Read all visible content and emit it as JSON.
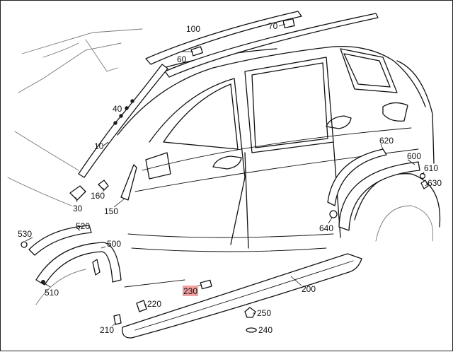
{
  "labels": {
    "p10": "10",
    "p30": "30",
    "p40": "40",
    "p60": "60",
    "p70": "70",
    "p100": "100",
    "p150": "150",
    "p160": "160",
    "p200": "200",
    "p210": "210",
    "p220": "220",
    "p230": "230",
    "p240": "240",
    "p250": "250",
    "p500": "500",
    "p510": "510",
    "p520": "520",
    "p530": "530",
    "p600": "600",
    "p610": "610",
    "p620": "620",
    "p630": "630",
    "p640": "640"
  },
  "highlighted_part": "230",
  "colors": {
    "line": "#111111",
    "highlight": "#f2a0a0",
    "background": "#ffffff"
  }
}
